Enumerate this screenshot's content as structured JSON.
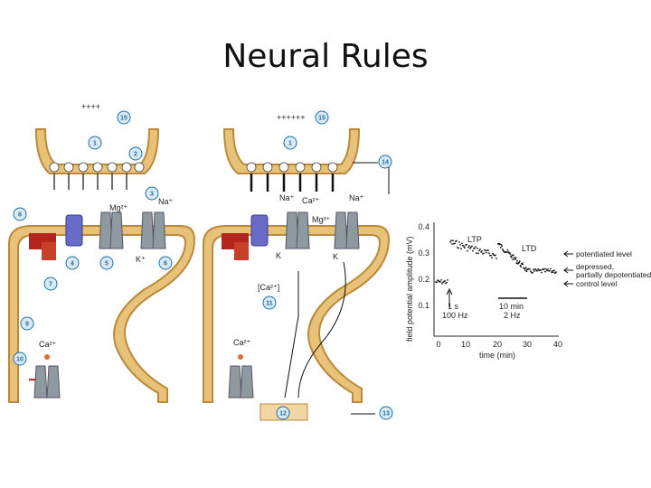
{
  "title": "Neural Rules",
  "left_panel": {
    "tick_marks": "++++",
    "ions": {
      "mg": "Mg²⁺",
      "na": "Na⁺",
      "k": "K⁺",
      "ca": "Ca²⁺"
    }
  },
  "right_panel": {
    "tick_marks": "++++++",
    "ions": {
      "na_left": "Na⁺",
      "ca": "Ca²⁺",
      "na_right": "Na⁺",
      "mg": "Mg²⁺",
      "k_left": "K",
      "k_right": "K",
      "ca_bracket": "[Ca²⁺]",
      "ca_bottom": "Ca²⁺"
    }
  },
  "callouts": [
    "15",
    "1",
    "2",
    "3",
    "4",
    "5",
    "6",
    "7",
    "8",
    "9",
    "10",
    "15",
    "1",
    "14",
    "11",
    "12",
    "13"
  ],
  "graph": {
    "ylabel": "field potential amplitude (mV)",
    "xlabel": "time (min)",
    "yticks": [
      "0.4",
      "0.3",
      "0.2",
      "0.1"
    ],
    "xticks": [
      "0",
      "10",
      "20",
      "30",
      "40"
    ],
    "ltp": "LTP",
    "ltd": "LTD",
    "stim1": "1 s",
    "stim1b": "100 Hz",
    "stim2": "10 min",
    "stim2b": "2 Hz",
    "legend": [
      "potentiated level",
      "depressed, partially depotentiated level",
      "control level"
    ]
  },
  "colors": {
    "membrane": "#e9c27a",
    "membrane_edge": "#b98a3a",
    "receptor": "#8e9aa0",
    "channel_blue": "#6a6ac8",
    "channel_red": "#b3261e",
    "callout": "#1b6fa8"
  }
}
